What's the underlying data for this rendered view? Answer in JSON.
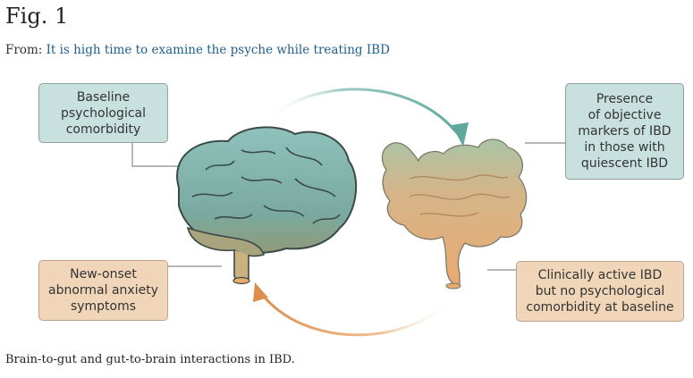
{
  "figure": {
    "title": "Fig. 1",
    "from_prefix": "From: ",
    "from_link": "It is high time to examine the psyche while treating IBD",
    "caption": "Brain-to-gut and gut-to-brain interactions in IBD."
  },
  "diagram": {
    "boxes": {
      "top_left": "Baseline\npsychological\ncomorbidity",
      "top_right": "Presence\nof objective\nmarkers of IBD\nin those with\nquiescent IBD",
      "bottom_left": "New-onset\nabnormal anxiety\nsymptoms",
      "bottom_right": "Clinically active IBD\nbut no psychological\ncomorbidity at baseline"
    },
    "colors": {
      "teal_box": "#c8e1de",
      "tan_box": "#f0d5b8",
      "brain_teal": "#7fb3ad",
      "gut_orange": "#e9a56c",
      "arrow_teal": "#6fb0a6",
      "arrow_orange": "#e0995a"
    },
    "icons": [
      "brain-illustration",
      "intestine-illustration"
    ]
  }
}
